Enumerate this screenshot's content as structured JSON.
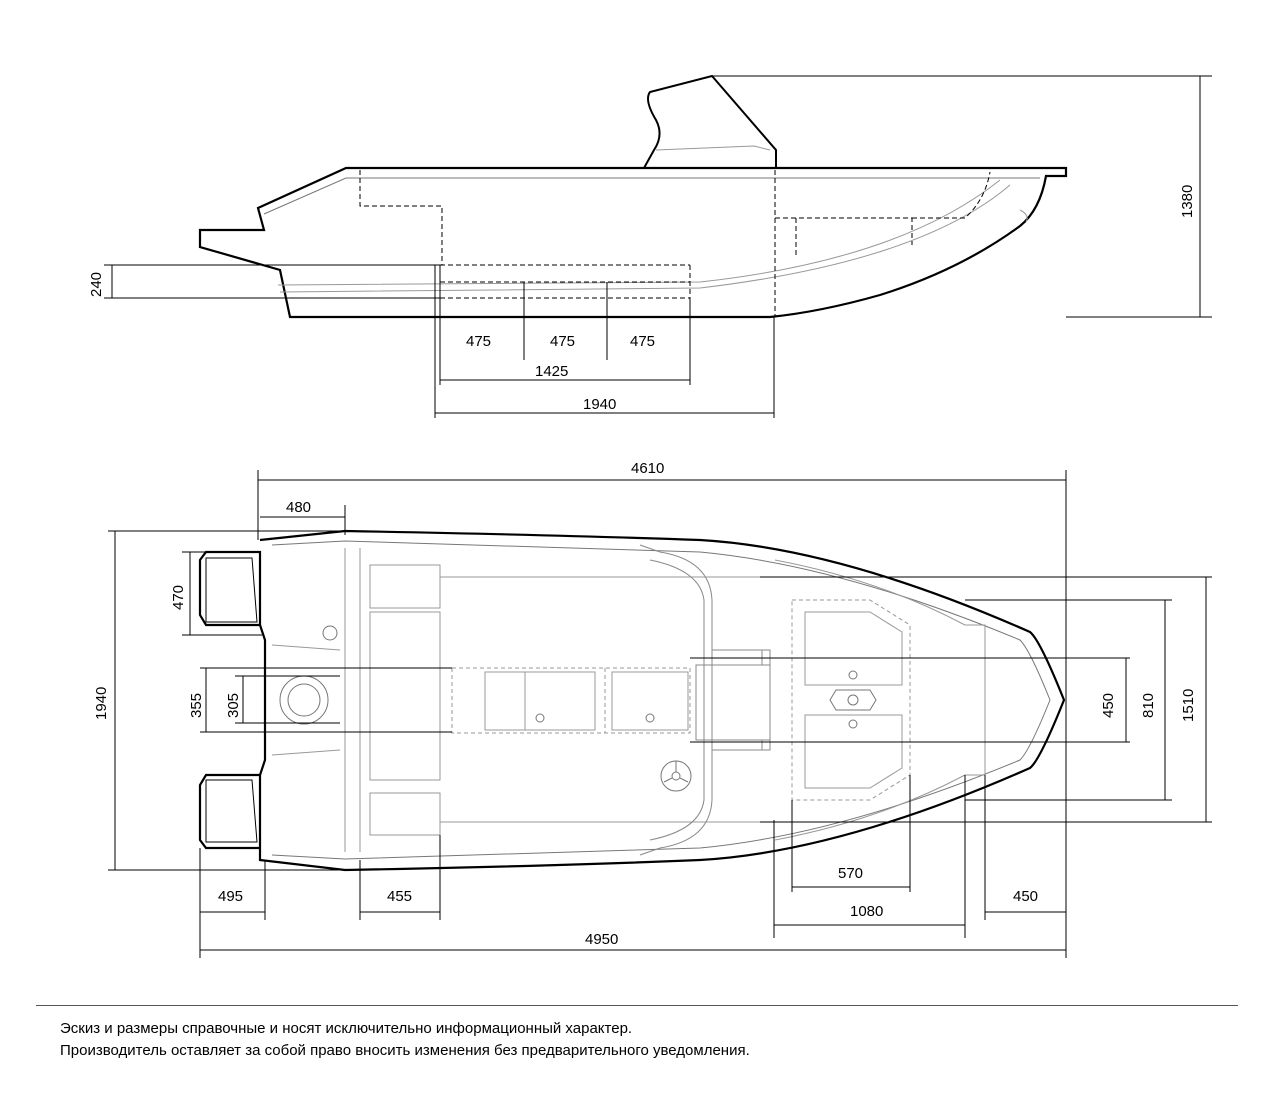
{
  "side_view": {
    "dims": {
      "height_total": "1380",
      "freeboard": "240",
      "seg_1": "475",
      "seg_2": "475",
      "seg_3": "475",
      "seats_span": "1425",
      "cockpit_length": "1940"
    }
  },
  "top_view": {
    "dims": {
      "hull_length": "4610",
      "transom_step": "480",
      "transom_pod_width": "470",
      "beam": "1940",
      "well_outer": "355",
      "well_inner": "305",
      "bow_hatch": "450",
      "bow_inner": "810",
      "bow_deck": "1510",
      "pod_length": "495",
      "stern_seat": "455",
      "hatch_small": "570",
      "hatch_large": "1080",
      "bow_tip": "450",
      "overall_length": "4950"
    }
  },
  "disclaimer": {
    "line1": "Эскиз и размеры справочные и носят исключительно информационный характер.",
    "line2": "Производитель оставляет за собой право вносить изменения без предварительного уведомления."
  }
}
